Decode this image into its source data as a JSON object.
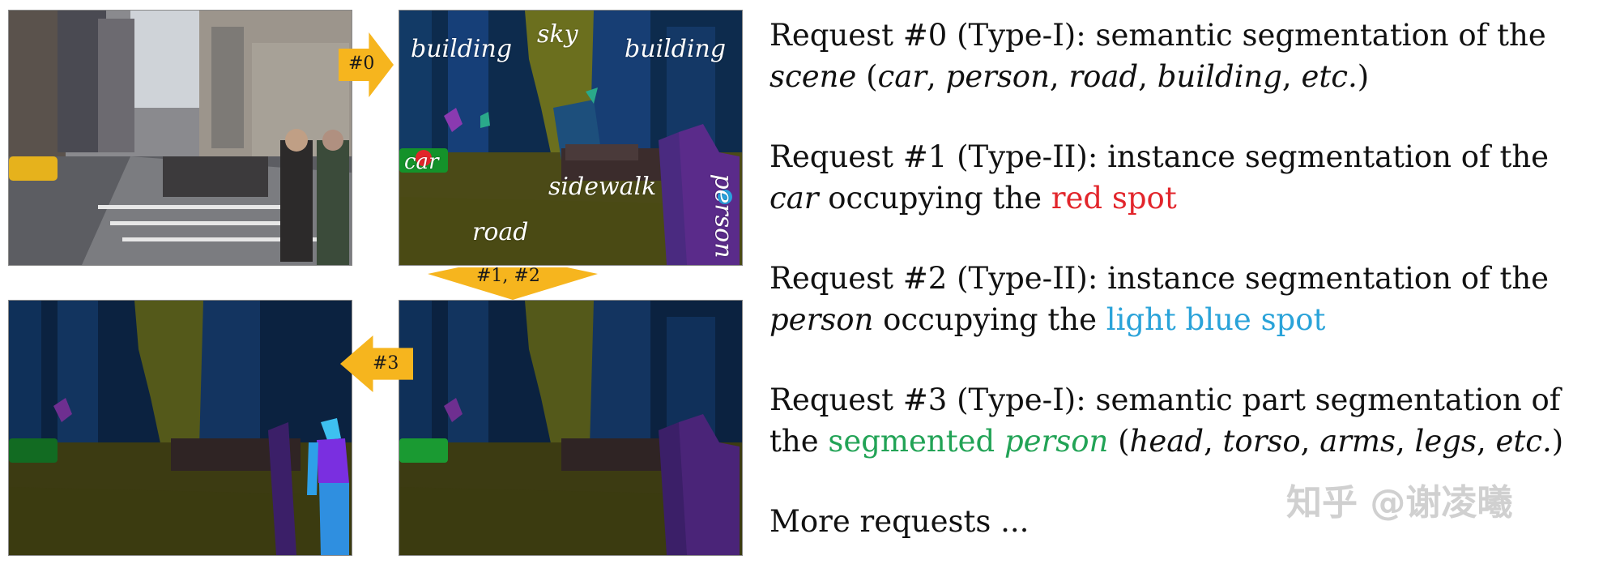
{
  "seg_labels": {
    "building_left": "building",
    "sky": "sky",
    "building_right": "building",
    "car": "car",
    "sidewalk": "sidewalk",
    "road": "road",
    "person": "person"
  },
  "arrows": {
    "a0": "#0",
    "a12": "#1, #2",
    "a3": "#3"
  },
  "requests": {
    "r0": {
      "lead": "Request #0 (Type-I): semantic segmentation of the",
      "scene": "scene",
      "paren_open": " (",
      "car": "car",
      "c1": ", ",
      "person": "person",
      "c2": ", ",
      "road": "road",
      "c3": ", ",
      "building": "building",
      "c4": ", ",
      "etc": "etc.",
      "paren_close": ")"
    },
    "r1": {
      "lead": "Request #1 (Type-II): instance segmentation of the",
      "car": "car",
      "mid": " occupying the ",
      "spot": "red spot"
    },
    "r2": {
      "lead": "Request #2 (Type-II): instance segmentation of the",
      "person": "person",
      "mid": " occupying the ",
      "spot": "light blue spot"
    },
    "r3": {
      "lead": "Request #3 (Type-I): semantic part segmentation of",
      "the": "the ",
      "segmented": "segmented ",
      "person": "person",
      "paren_open": " (",
      "head": "head",
      "c1": ", ",
      "torso": "torso",
      "c2": ", ",
      "arms": "arms",
      "c3": ", ",
      "legs": "legs",
      "c4": ", ",
      "etc": "etc.",
      "paren_close": ")"
    },
    "more": "More requests ..."
  },
  "watermark": "知乎 @谢凌曦",
  "colors": {
    "arrow": "#f6b51e",
    "red_spot": "#e2252b",
    "light_blue_spot": "#2aa3d9",
    "segmented_person": "#22a356"
  }
}
